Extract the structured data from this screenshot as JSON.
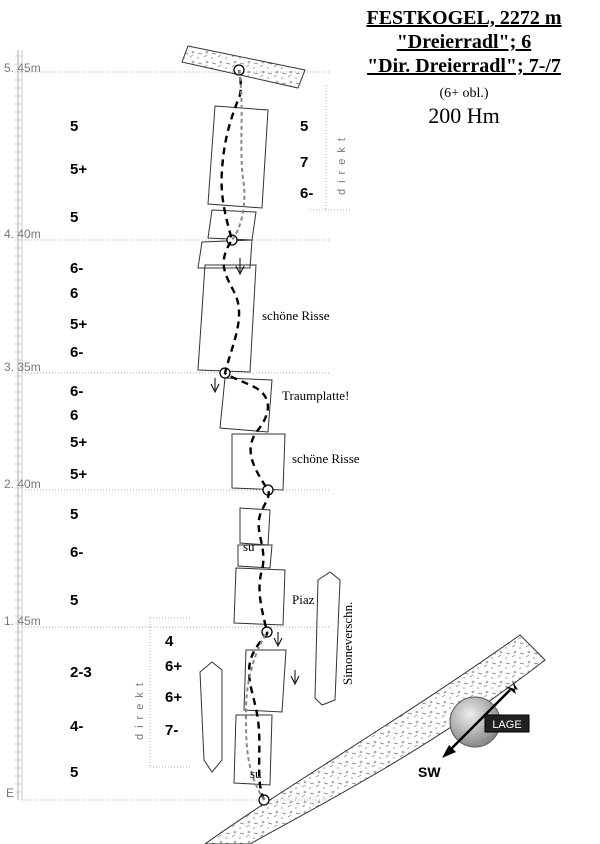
{
  "header": {
    "line1": "FESTKOGEL, 2272 m",
    "line2": "\"Dreierradl\"; 6",
    "line3": "\"Dir. Dreierradl\"; 7-/7",
    "line4": "(6+ obl.)",
    "line5": "200 Hm"
  },
  "pitch_marks": [
    "5. 45m",
    "4. 40m",
    "3. 35m",
    "2. 40m",
    "1. 45m",
    "E"
  ],
  "left_grades": [
    "5",
    "5+",
    "5",
    "6-",
    "6",
    "5+",
    "6-",
    "6-",
    "6",
    "5+",
    "5+",
    "5",
    "6-",
    "5",
    "2-3",
    "4-",
    "5"
  ],
  "direkt_upper_grades": [
    "5",
    "7",
    "6-"
  ],
  "direkt_lower_grades": [
    "4",
    "6+",
    "6+",
    "7-"
  ],
  "direkt_label": "direkt",
  "notes": {
    "risse1": "schöne Risse",
    "traumplatte": "Traumplatte!",
    "risse2": "schöne Risse",
    "piaz": "Piaz",
    "simone": "Simoneverschn.",
    "su1": "su",
    "su2": "su"
  },
  "compass": {
    "label": "LAGE",
    "direction": "SW"
  }
}
